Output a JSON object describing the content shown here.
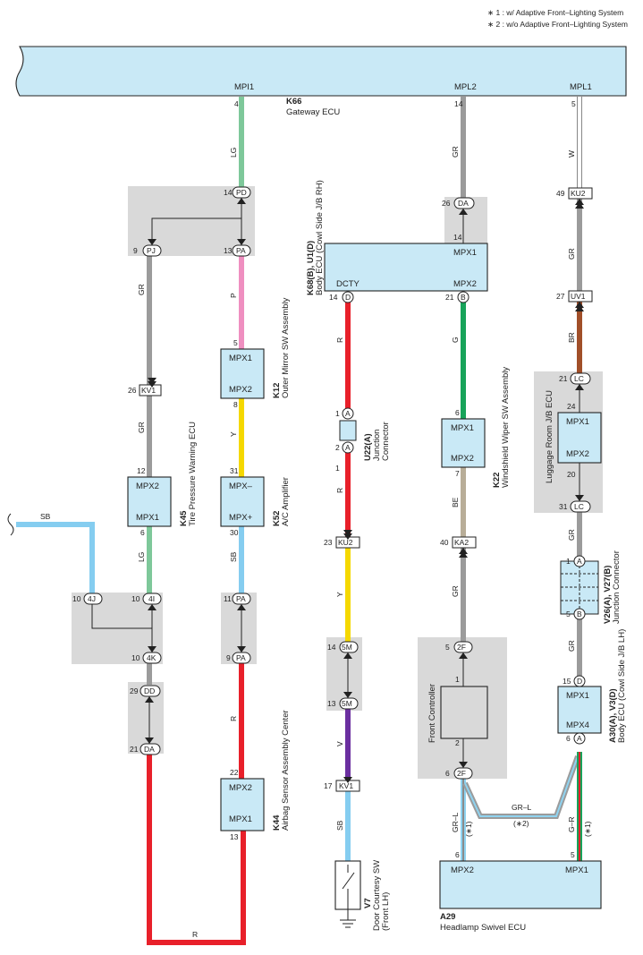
{
  "notes": [
    "∗ 1 : w/ Adaptive Front–Lighting System",
    "∗ 2 : w/o Adaptive Front–Lighting System"
  ],
  "gateway": {
    "code": "K66",
    "name": "Gateway ECU",
    "pins": {
      "mpi1": "MPI1",
      "mpl2": "MPL2",
      "mpl1": "MPL1"
    },
    "pin_nums": {
      "mpi1": "4",
      "mpl2": "14",
      "mpl1": "5"
    }
  },
  "wire_colors": {
    "LG": "LG",
    "GR": "GR",
    "W": "W",
    "P": "P",
    "R": "R",
    "G": "G",
    "BR": "BR",
    "Y": "Y",
    "BE": "BE",
    "SB": "SB",
    "V": "V",
    "GRL": "GR–L",
    "GR_": "G–R"
  },
  "connectors": {
    "PD": "PD",
    "PJ": "PJ",
    "PA": "PA",
    "KV1": "KV1",
    "DA": "DA",
    "KU2": "KU2",
    "UV1": "UV1",
    "D": "D",
    "B": "B",
    "A": "A",
    "LC": "LC",
    "KA2": "KA2",
    "4J": "4J",
    "4I": "4I",
    "4K": "4K",
    "DD": "DD",
    "5M": "5M",
    "2F": "2F"
  },
  "pin_labels": {
    "n14": "14",
    "n13": "13",
    "n9": "9",
    "n26": "26",
    "n12": "12",
    "n6": "6",
    "n10": "10",
    "n29": "29",
    "n21": "21",
    "n5": "5",
    "n8": "8",
    "n31": "31",
    "n30": "30",
    "n11": "11",
    "n22": "22",
    "n1": "1",
    "n2": "2",
    "n23": "23",
    "n17": "17",
    "n7": "7",
    "n40": "40",
    "n49": "49",
    "n27": "27",
    "n24": "24",
    "n20": "20",
    "n15": "15"
  },
  "body_ecu_rh": {
    "code": "K68(B), U1(D)",
    "name": "Body ECU (Cowl Side J/B RH)",
    "mpx1": "MPX1",
    "mpx2": "MPX2",
    "dcty": "DCTY"
  },
  "mirror": {
    "code": "K12",
    "name": "Outer Mirror SW Assembly",
    "p1": "MPX1",
    "p2": "MPX2"
  },
  "tpw": {
    "code": "K45",
    "name": "Tire Pressure Warning ECU",
    "p1": "MPX2",
    "p2": "MPX1"
  },
  "ac": {
    "code": "K52",
    "name": "A/C Amplifier",
    "p1": "MPX–",
    "p2": "MPX+"
  },
  "airbag": {
    "code": "K44",
    "name": "Airbag Sensor Assembly Center",
    "p1": "MPX2",
    "p2": "MPX1"
  },
  "jc_u22": {
    "code": "U22(A)",
    "name1": "Junction",
    "name2": "Connector"
  },
  "door": {
    "code": "V7",
    "name1": "Door Courtesy SW",
    "name2": "(Front LH)"
  },
  "wiper": {
    "code": "K22",
    "name": "Windshield Wiper SW Assembly",
    "p1": "MPX1",
    "p2": "MPX2"
  },
  "front_ctrl": {
    "name": "Front Controller"
  },
  "luggage": {
    "name": "Luggage Room J/B ECU",
    "p1": "MPX1",
    "p2": "MPX2"
  },
  "jc_v26": {
    "code": "V26(A), V27(B)",
    "name": "Junction Connector"
  },
  "body_ecu_lh": {
    "code": "A30(A), V3(D)",
    "name": "Body ECU (Cowl Side J/B LH)",
    "p1": "MPX1",
    "p2": "MPX4"
  },
  "swivel": {
    "code": "A29",
    "name": "Headlamp Swivel ECU",
    "p1": "MPX2",
    "p2": "MPX1"
  },
  "notes_short": {
    "n1": "(∗1)",
    "n2": "(∗2)"
  }
}
